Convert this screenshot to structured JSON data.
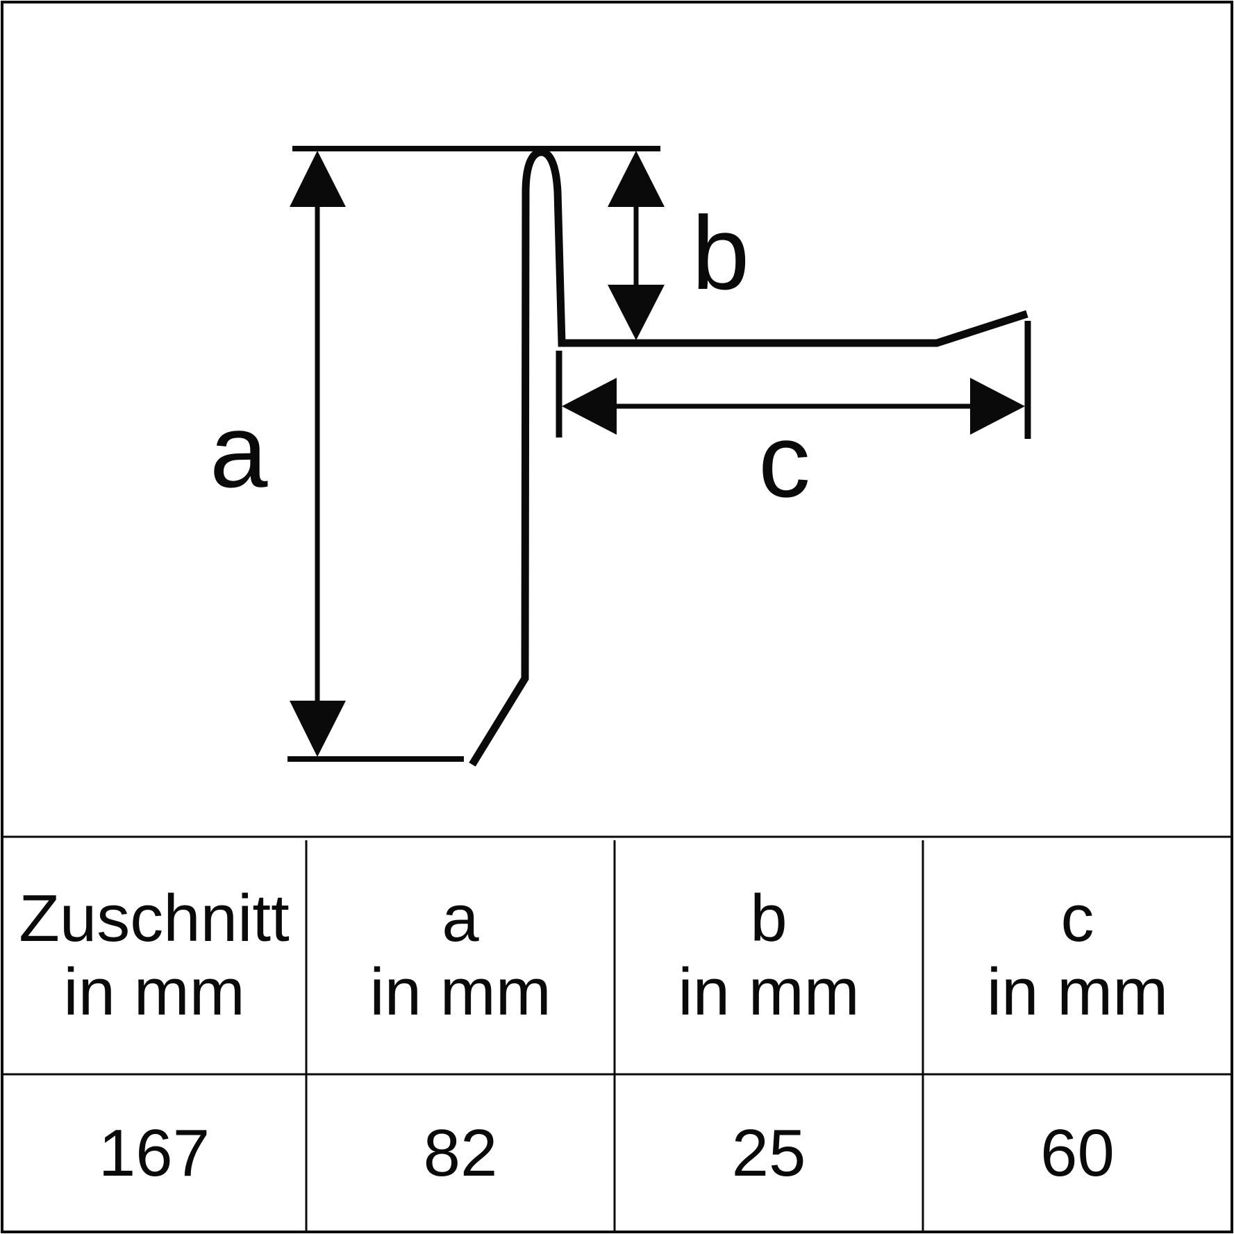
{
  "diagram": {
    "labels": {
      "a": "a",
      "b": "b",
      "c": "c"
    }
  },
  "table": {
    "headers": [
      {
        "line1": "Zuschnitt",
        "line2": "in mm"
      },
      {
        "line1": "a",
        "line2": "in mm"
      },
      {
        "line1": "b",
        "line2": "in mm"
      },
      {
        "line1": "c",
        "line2": "in mm"
      }
    ],
    "values": [
      "167",
      "82",
      "25",
      "60"
    ]
  },
  "colors": {
    "line": "#0a0a0a",
    "background": "#ffffff"
  }
}
